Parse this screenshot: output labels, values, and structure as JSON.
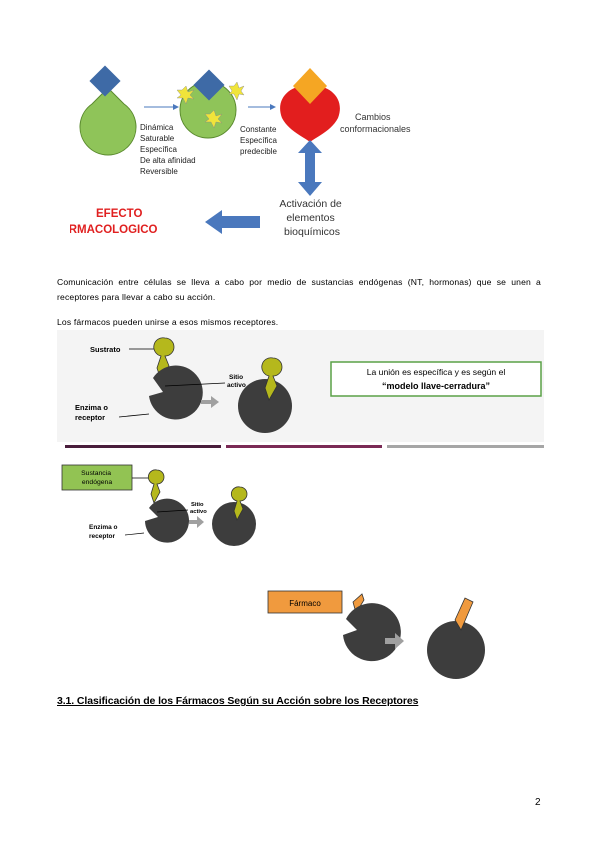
{
  "figure1": {
    "left_properties": [
      "Dinámica",
      "Saturable",
      "Específica",
      "De alta afinidad",
      "Reversible"
    ],
    "middle_properties": [
      "Constante",
      "Específica",
      "predecible"
    ],
    "changes_label": [
      "Cambios",
      "conformacionales"
    ],
    "activation_label": [
      "Activación de",
      "elementos",
      "bioquímicos"
    ],
    "effect_label": [
      "EFECTO",
      "FARMACOLOGICO"
    ],
    "colors": {
      "receptor_green": "#8fc459",
      "ligand_blue": "#3e6aa6",
      "arrow_blue": "#4a78bd",
      "red": "#e21e1e",
      "orange": "#f5a623",
      "effect_red": "#e02020"
    }
  },
  "paragraph1": "Comunicación entre células se lleva a cabo por medio de sustancias endógenas (NT, hormonas) que se unen a receptores para llevar a cabo su acción.",
  "paragraph2": "Los fármacos pueden unirse a esos mismos receptores.",
  "figure2": {
    "top_panel": {
      "substrate_label": "Sustrato",
      "active_site_label": [
        "Sitio",
        "activo"
      ],
      "enzyme_label": [
        "Enzima o",
        "receptor"
      ],
      "callout_line1": "La unión es específica y es según el",
      "callout_line2": "“modelo llave-cerradura”"
    },
    "middle_panel": {
      "endogenous_label": [
        "Sustancia",
        "endógena"
      ],
      "active_site_label": [
        "Sitio",
        "activo"
      ],
      "enzyme_label": [
        "Enzima o",
        "receptor"
      ]
    },
    "bottom_panel": {
      "drug_label": "Fármaco"
    },
    "colors": {
      "enzyme": "#3d3d3d",
      "substrate": "#b5b81c",
      "drug": "#f09a3e",
      "endogenous_box": "#92c353",
      "divider1": "#4a1e3c",
      "divider2": "#7a2a55",
      "divider3": "#a6a6a6"
    }
  },
  "section_title": "3.1. Clasificación de los Fármacos Según su Acción sobre los Receptores",
  "page_number": "2"
}
